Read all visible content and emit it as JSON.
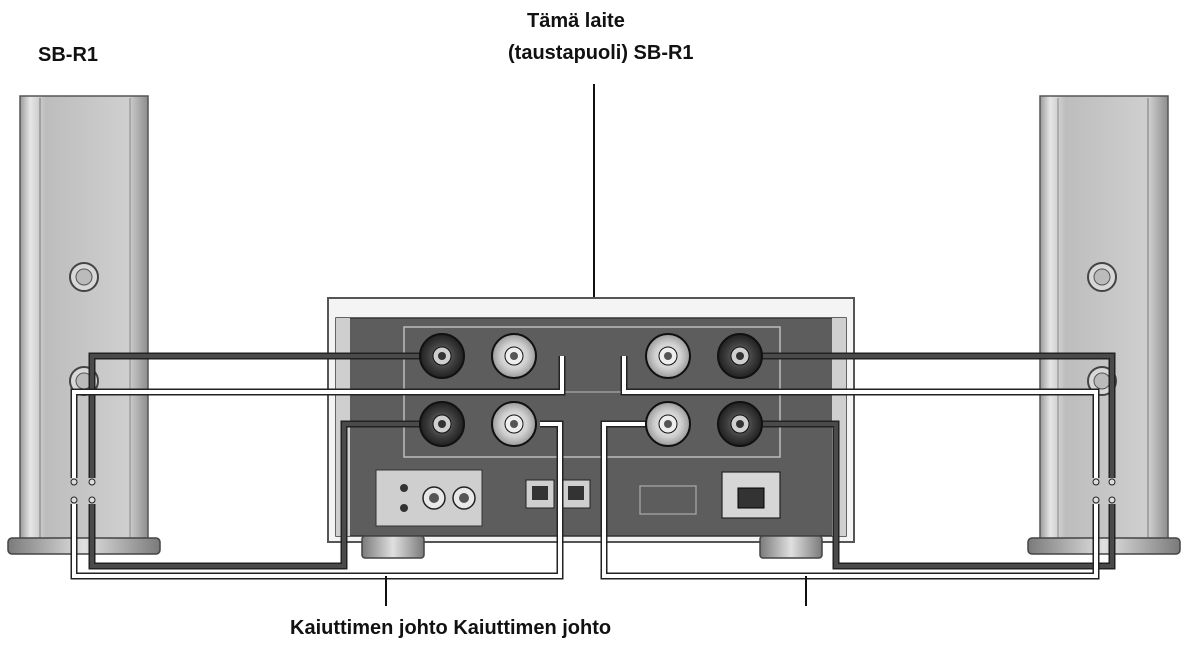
{
  "labels": {
    "speaker_left": "SB-R1",
    "unit_line1": "Tämä laite",
    "unit_line2": "(taustapuoli) SB-R1",
    "cable_caption": "Kaiuttimen johto Kaiuttimen johto"
  },
  "colors": {
    "cable_dark": "#3a3a3a",
    "cable_light": "#ffffff",
    "panel": "#5a5a5a",
    "speaker_body": "#c8c8c8",
    "terminal_silver": "#d0d0d0",
    "terminal_dark": "#4a4a4a"
  }
}
